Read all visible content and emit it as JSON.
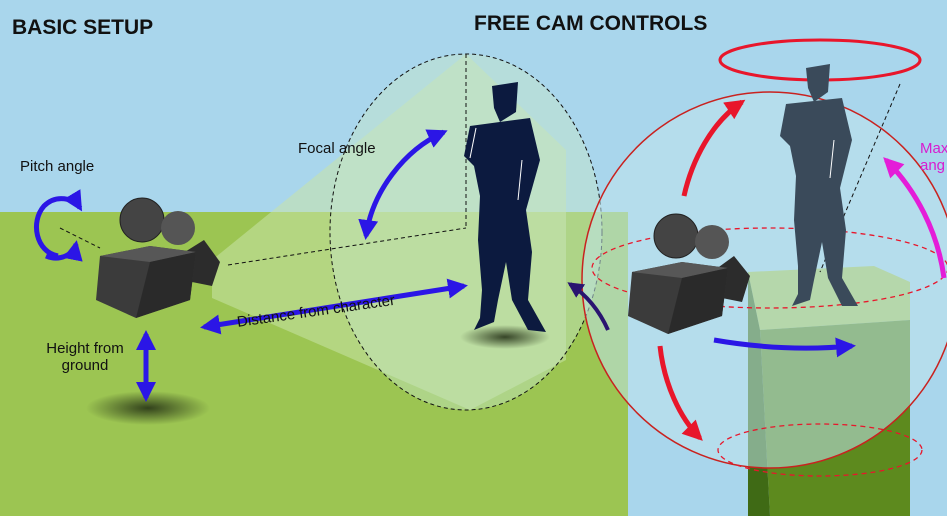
{
  "headings": {
    "basic_setup": "BASIC SETUP",
    "free_cam_controls": "FREE CAM CONTROLS"
  },
  "labels": {
    "pitch_angle": "Pitch angle",
    "focal_angle": "Focal angle",
    "height_from_ground_line1": "Height from",
    "height_from_ground_line2": "ground",
    "distance_from_character": "Distance from character",
    "max_angle_line1": "Max",
    "max_angle_line2": "ang"
  },
  "colors": {
    "sky": "#a9d6ec",
    "ground": "#9cc552",
    "blue_arrow": "#2b16e6",
    "red_arrow": "#e8162b",
    "magenta_arrow": "#e41dd8",
    "magenta_text": "#d81bd0",
    "character_dark": "#0c1a3f",
    "character_grey": "#3a4a5a",
    "pillar_top": "#a8c75b",
    "pillar_side": "#5d8a1e"
  }
}
